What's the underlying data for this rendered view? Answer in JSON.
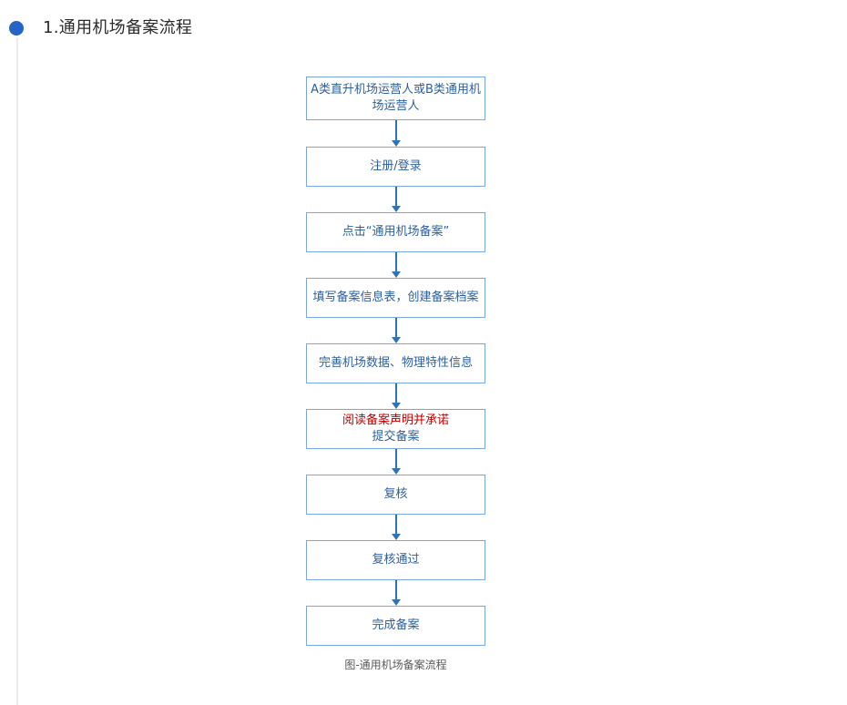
{
  "section": {
    "title": "1.通用机场备案流程"
  },
  "flowchart": {
    "steps": [
      {
        "label": "A类直升机场运营人或B类通用机场运营人"
      },
      {
        "label": "注册/登录"
      },
      {
        "label": "点击“通用机场备案”"
      },
      {
        "label": "填写备案信息表，创建备案档案"
      },
      {
        "label": "完善机场数据、物理特性信息"
      },
      {
        "line1": "阅读备案声明并承诺",
        "line2": "提交备案",
        "line1_emphasis": "red"
      },
      {
        "label": "复核"
      },
      {
        "label": "复核通过"
      },
      {
        "label": "完成备案"
      }
    ],
    "connector": "arrow-down",
    "caption": "图-通用机场备案流程"
  },
  "colors": {
    "accent_blue": "#2563c4",
    "box_border": "#7ba7d7",
    "box_text": "#2e5f9c",
    "arrow_blue": "#2e74b5",
    "alert_red": "#c00000",
    "caption_gray": "#595959",
    "title_dark": "#2b2b2b",
    "timeline_gray": "#ebebeb"
  }
}
